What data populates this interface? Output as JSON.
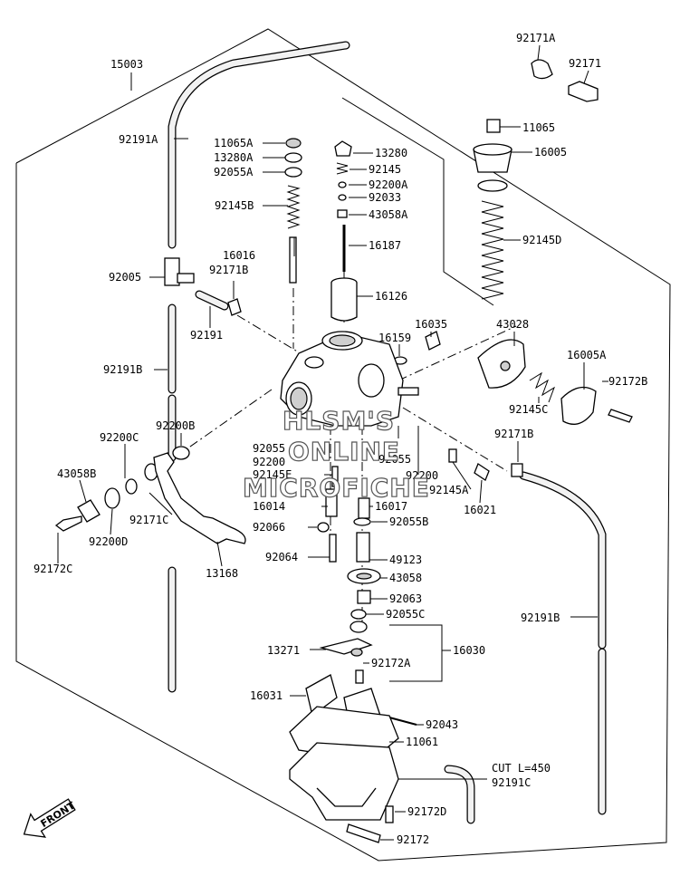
{
  "labels": {
    "l15003": "15003",
    "l92171A": "92171A",
    "l92171": "92171",
    "l92191A": "92191A",
    "l11065A": "11065A",
    "l13280A": "13280A",
    "l92055A": "92055A",
    "l13280": "13280",
    "l92145": "92145",
    "l92200A": "92200A",
    "l92033": "92033",
    "l43058A": "43058A",
    "l11065": "11065",
    "l16005": "16005",
    "l92145B": "92145B",
    "l92145D": "92145D",
    "l16016": "16016",
    "l16187": "16187",
    "l92005": "92005",
    "l92171B": "92171B",
    "l16126": "16126",
    "l92191": "92191",
    "l16035": "16035",
    "l43028": "43028",
    "l16159": "16159",
    "l16005A": "16005A",
    "l92191B": "92191B",
    "l92172B": "92172B",
    "l92145C": "92145C",
    "l92200B": "92200B",
    "l92171B2": "92171B",
    "l92200C": "92200C",
    "l92055": "92055",
    "l92200": "92200",
    "l92145E": "92145E",
    "l92055b": "92055",
    "l43058B": "43058B",
    "l92200b": "92200",
    "l16014": "16014",
    "l16017": "16017",
    "l92145A": "92145A",
    "l16021": "16021",
    "l92055B": "92055B",
    "l92171C": "92171C",
    "l92066": "92066",
    "l92200D": "92200D",
    "l92172C": "92172C",
    "l92064": "92064",
    "l49123": "49123",
    "l13168": "13168",
    "l43058": "43058",
    "l92063": "92063",
    "l92055C": "92055C",
    "l92191B3": "92191B",
    "l13271": "13271",
    "l16030": "16030",
    "l92172A": "92172A",
    "l16031": "16031",
    "l92043": "92043",
    "l11061": "11061",
    "lcut": "CUT L=450",
    "l92191C": "92191C",
    "l92172D": "92172D",
    "l92172": "92172"
  },
  "watermark": {
    "line1": "HLSM'S",
    "line2": "ONLINE",
    "line3": "MICROFICHE"
  },
  "front_label": "FRONT"
}
